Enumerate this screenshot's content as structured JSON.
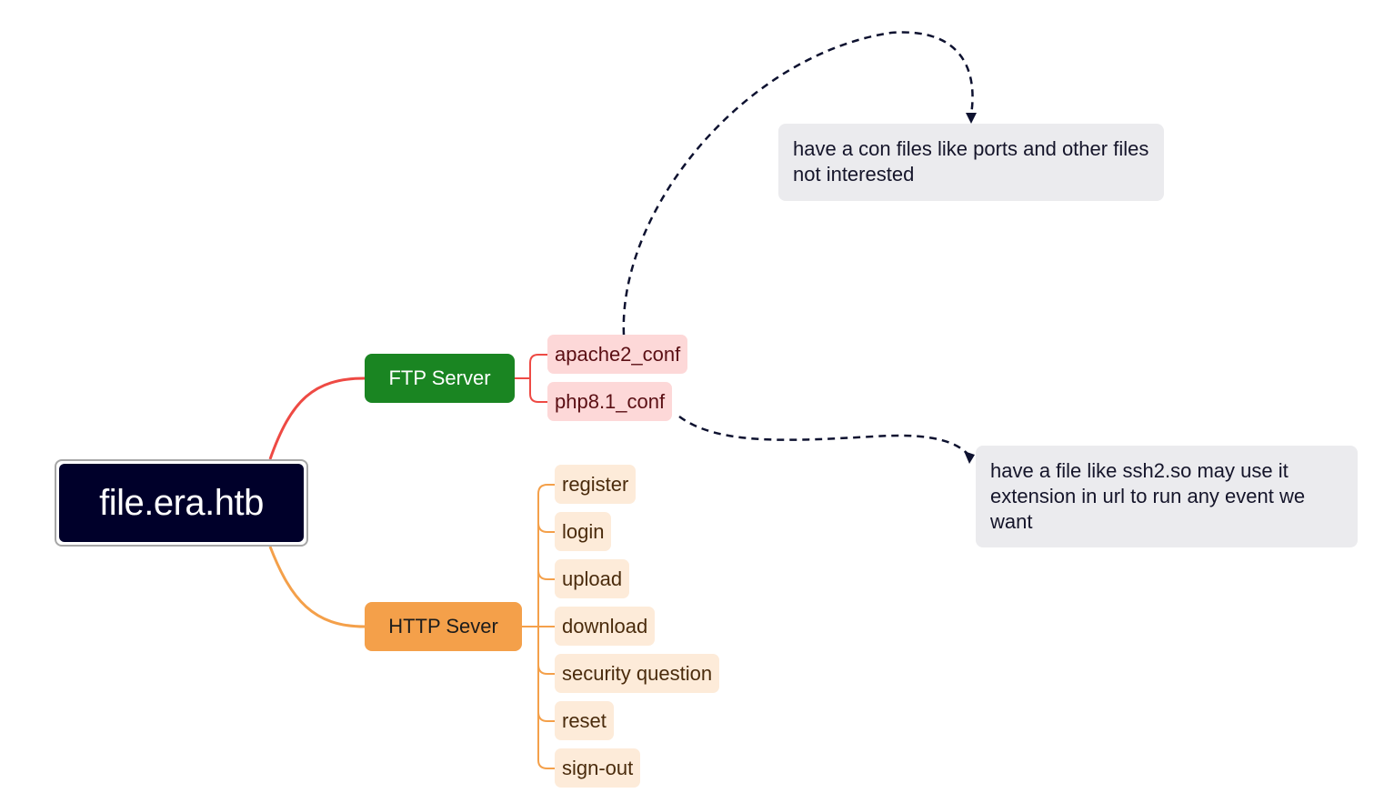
{
  "root": {
    "label": "file.era.htb"
  },
  "branches": {
    "ftp": {
      "label": "FTP Server",
      "children": [
        "apache2_conf",
        "php8.1_conf"
      ]
    },
    "http": {
      "label": "HTTP Sever",
      "children": [
        "register",
        "login",
        "upload",
        "download",
        "security question",
        "reset",
        "sign-out"
      ]
    }
  },
  "notes": {
    "apache": "have a con files like ports and other files not interested",
    "php": "have a file like ssh2.so may use it extension in url to run any event we want"
  },
  "colors": {
    "root": "#00002a",
    "ftp_branch": "#1a8522",
    "ftp_line": "#ee4a44",
    "http_branch": "#f4a04a",
    "ftp_leaf": "#fdd8d8",
    "http_leaf": "#fdebd9",
    "note": "#ebebee",
    "relationship_line": "#0e1230"
  }
}
